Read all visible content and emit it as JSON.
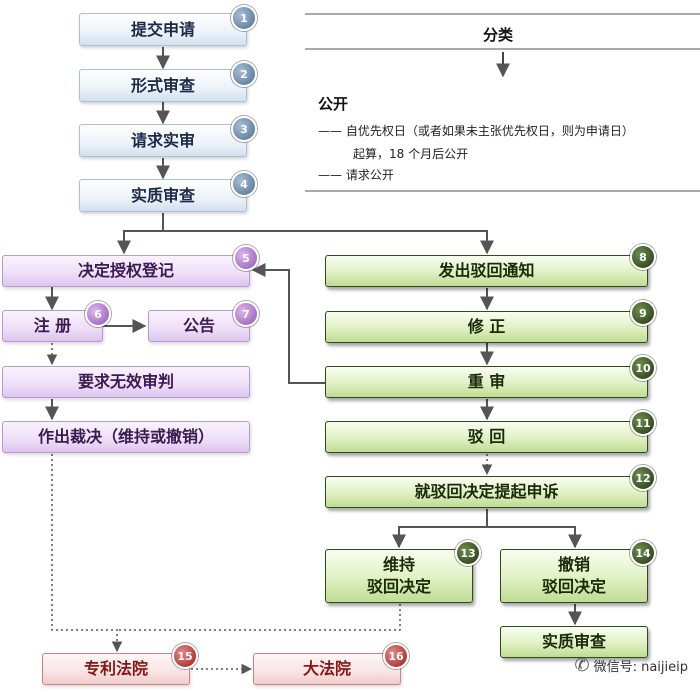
{
  "steps": {
    "s1": {
      "label": "提交申请",
      "num": "1"
    },
    "s2": {
      "label": "形式审查",
      "num": "2"
    },
    "s3": {
      "label": "请求实审",
      "num": "3"
    },
    "s4": {
      "label": "实质审查",
      "num": "4"
    },
    "s5": {
      "label": "决定授权登记",
      "num": "5"
    },
    "s6": {
      "label": "注 册",
      "num": "6"
    },
    "s7": {
      "label": "公告",
      "num": "7"
    },
    "s_invalid": {
      "label": "要求无效审判"
    },
    "s_ruling": {
      "label": "作出裁决（维持或撤销）"
    },
    "s8": {
      "label": "发出驳回通知",
      "num": "8"
    },
    "s9": {
      "label": "修 正",
      "num": "9"
    },
    "s10": {
      "label": "重 审",
      "num": "10"
    },
    "s11": {
      "label": "驳 回",
      "num": "11"
    },
    "s12": {
      "label": "就驳回决定提起申诉",
      "num": "12"
    },
    "s13": {
      "label1": "维持",
      "label2": "驳回决定",
      "num": "13"
    },
    "s14": {
      "label1": "撤销",
      "label2": "驳回决定",
      "num": "14"
    },
    "s_exam2": {
      "label": "实质审查"
    },
    "s15": {
      "label": "专利法院",
      "num": "15"
    },
    "s16": {
      "label": "大法院",
      "num": "16"
    }
  },
  "info": {
    "classify": "分类",
    "publish_title": "公开",
    "line1": "—— 自优先权日（或者如果未主张优先权日，则为申请日）",
    "line2": "起算，18 个月后公开",
    "line3": "—— 请求公开"
  },
  "watermark": {
    "text": "微信号: naijieip"
  },
  "colors": {
    "blue_border": "#a9c0d9",
    "purple_border": "#b69ad2",
    "green_border": "#2f4a1c",
    "red_border": "#d08282",
    "arrow": "#555555"
  }
}
